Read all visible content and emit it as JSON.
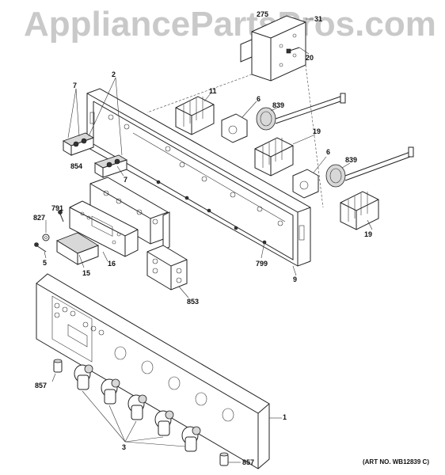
{
  "watermark": "AppliancePartsPros.com",
  "art_no": "(ART NO. WB12839 C)",
  "callouts": {
    "p275": "275",
    "p31": "31",
    "p20": "20",
    "p7a": "7",
    "p2": "2",
    "p11": "11",
    "p6a": "6",
    "p839a": "839",
    "p19a": "19",
    "p854": "854",
    "p7b": "7",
    "p6b": "6",
    "p839b": "839",
    "p791": "791",
    "p827": "827",
    "p19b": "19",
    "p5": "5",
    "p16": "16",
    "p799": "799",
    "p15": "15",
    "p9": "9",
    "p853": "853",
    "p1": "1",
    "p857a": "857",
    "p3": "3",
    "p857b": "857"
  }
}
